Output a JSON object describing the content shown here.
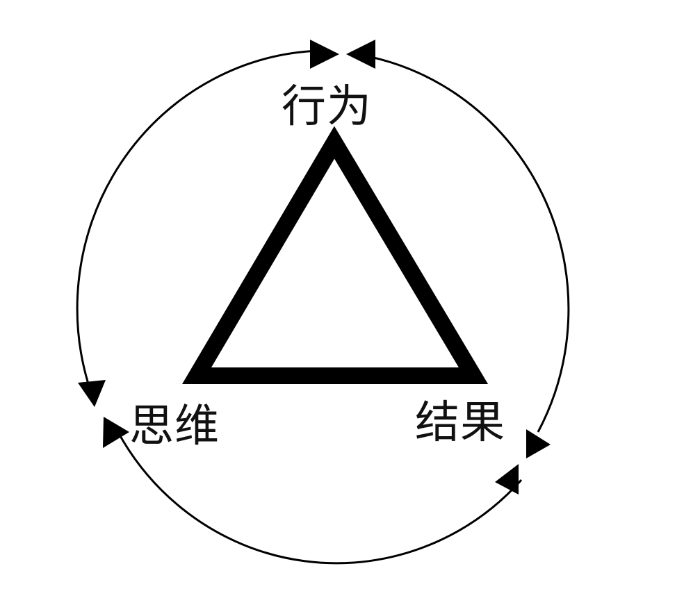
{
  "diagram": {
    "nodes": {
      "top": "行为",
      "left": "思维",
      "right": "结果"
    },
    "colors": {
      "stroke": "#000000",
      "label": "#111111",
      "background": "#ffffff"
    },
    "shapes": {
      "center": "triangle",
      "outer": "circle-cycle-arrows"
    }
  }
}
